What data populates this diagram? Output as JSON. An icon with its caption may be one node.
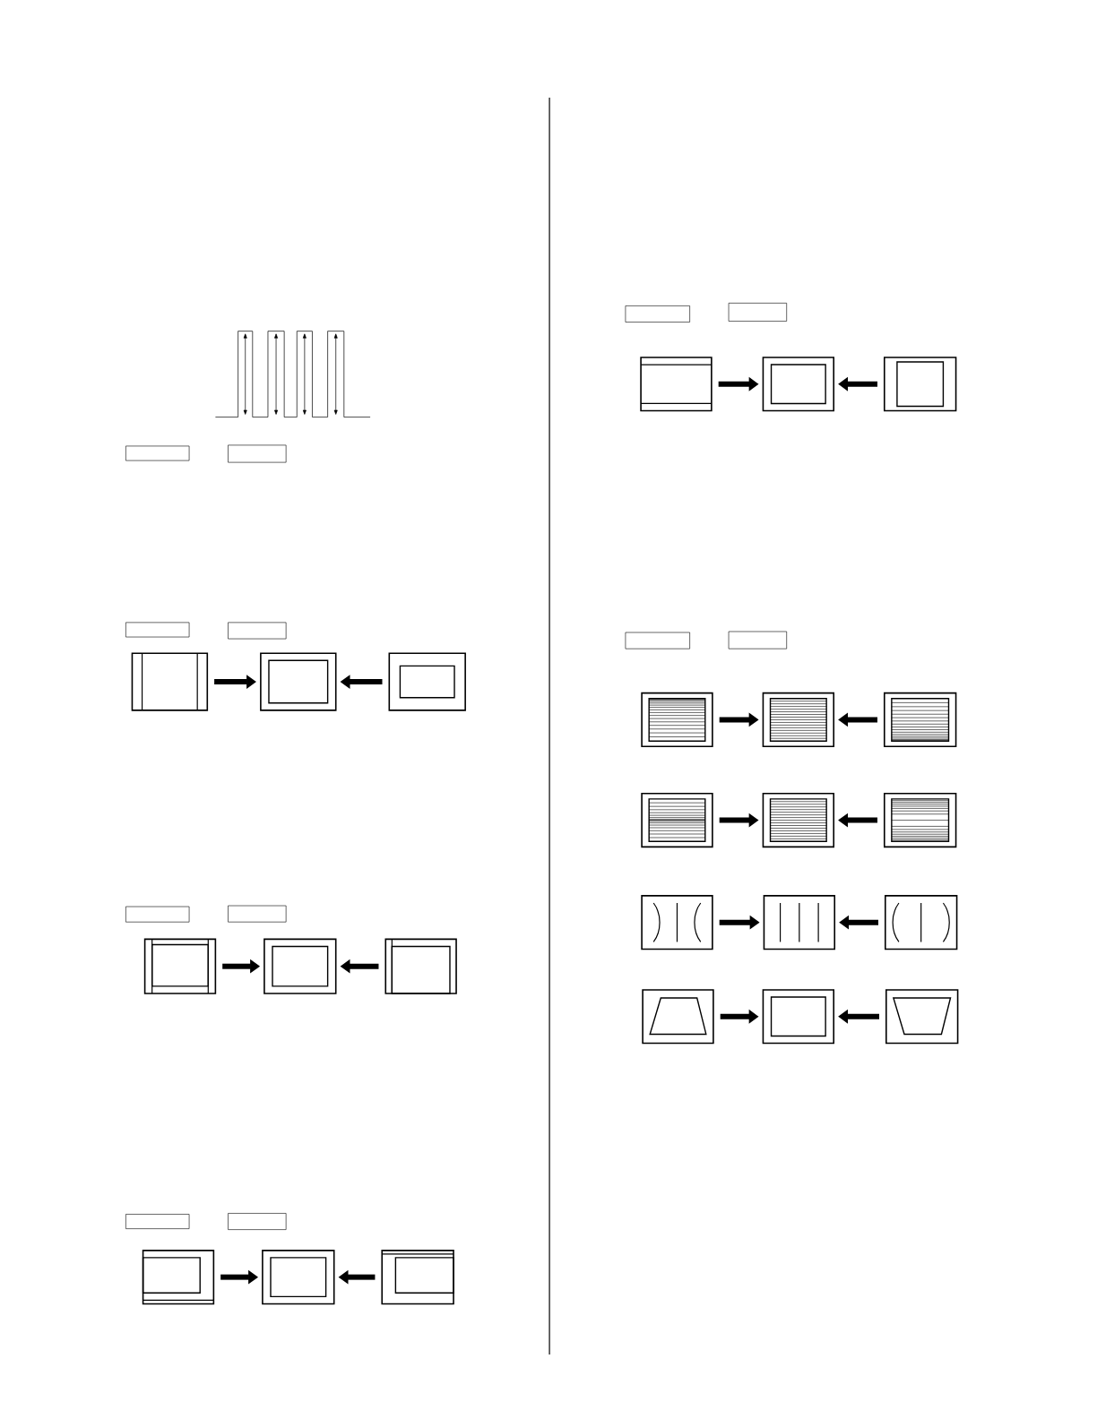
{
  "diagram": {
    "nodes": [
      {
        "text": [],
        "shape": "box"
      },
      {
        "text": [],
        "shape": "box"
      },
      {
        "text": [],
        "shape": "box"
      },
      {
        "text": [],
        "shape": "box"
      },
      {
        "text": [],
        "shape": "box"
      },
      {
        "text": [],
        "shape": "box"
      },
      {
        "text": [],
        "shape": "box"
      },
      {
        "text": [],
        "shape": "box"
      },
      {
        "text": [],
        "shape": "box"
      },
      {
        "text": [],
        "shape": "box"
      },
      {
        "text": [],
        "shape": "box"
      },
      {
        "text": [],
        "shape": "box"
      },
      {
        "text": [],
        "shape": "box"
      },
      {
        "text": [],
        "shape": "box"
      },
      {
        "text": [],
        "shape": "box"
      },
      {
        "text": [],
        "shape": "box"
      },
      {
        "text": [],
        "shape": "box"
      },
      {
        "text": [],
        "shape": "box"
      },
      {
        "text": [],
        "shape": "box"
      },
      {
        "text": [],
        "shape": "box"
      },
      {
        "text": [],
        "shape": "box"
      },
      {
        "text": [],
        "shape": "box"
      },
      {
        "text": [],
        "shape": "box"
      },
      {
        "text": [],
        "shape": "box"
      },
      {
        "text": [],
        "shape": "box"
      },
      {
        "text": [],
        "shape": "box"
      },
      {
        "text": [],
        "shape": "box"
      },
      {
        "text": [],
        "shape": "box"
      },
      {
        "text": [],
        "shape": "box"
      },
      {
        "text": [],
        "shape": "box"
      },
      {
        "text": [],
        "shape": "box"
      },
      {
        "text": [],
        "shape": "box"
      },
      {
        "text": [],
        "shape": "box"
      },
      {
        "text": [],
        "shape": "box"
      },
      {
        "text": [],
        "shape": "box"
      },
      {
        "text": [],
        "shape": "box"
      }
    ],
    "edges": [
      {
        "from": 0,
        "to": 1,
        "arrow": "to"
      },
      {
        "from": 2,
        "to": 1,
        "arrow": "to"
      },
      {
        "from": 3,
        "to": 4,
        "arrow": "to"
      },
      {
        "from": 5,
        "to": 4,
        "arrow": "to"
      },
      {
        "from": 6,
        "to": 7,
        "arrow": "to"
      },
      {
        "from": 8,
        "to": 7,
        "arrow": "to"
      },
      {
        "from": 9,
        "to": 10,
        "arrow": "to"
      },
      {
        "from": 11,
        "to": 10,
        "arrow": "to"
      },
      {
        "from": 12,
        "to": 13,
        "arrow": "to"
      },
      {
        "from": 14,
        "to": 13,
        "arrow": "to"
      },
      {
        "from": 15,
        "to": 16,
        "arrow": "to"
      },
      {
        "from": 17,
        "to": 16,
        "arrow": "to"
      },
      {
        "from": 18,
        "to": 19,
        "arrow": "to"
      },
      {
        "from": 20,
        "to": 19,
        "arrow": "to"
      },
      {
        "from": 21,
        "to": 22,
        "arrow": "to"
      },
      {
        "from": 23,
        "to": 22,
        "arrow": "to"
      }
    ]
  }
}
